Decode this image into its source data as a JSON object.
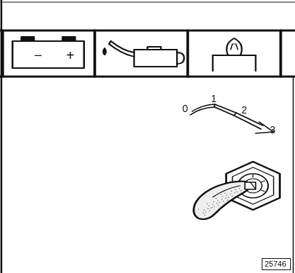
{
  "diagram": {
    "nodes": [
      {
        "text": [
          "25746"
        ]
      }
    ],
    "labels": [
      "0",
      "1",
      "2",
      "3",
      "−",
      "+"
    ]
  }
}
